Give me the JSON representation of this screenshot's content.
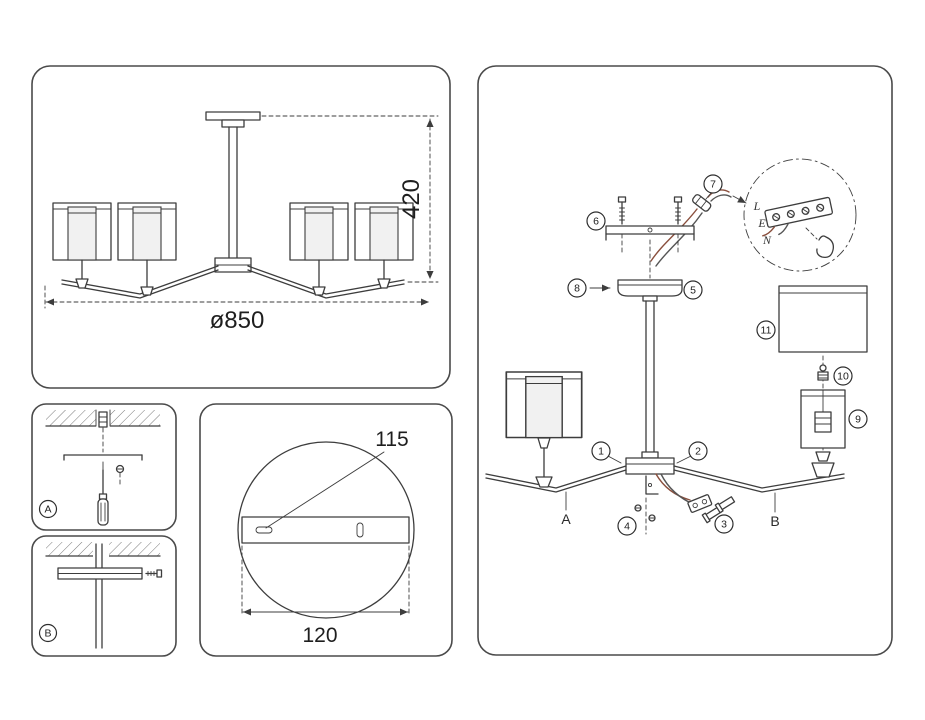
{
  "colors": {
    "line": "#3d3d3d",
    "wire": "#8a4f3d",
    "wire_secondary": "#555555",
    "panel_border": "#4a4a4a",
    "background": "#ffffff"
  },
  "overview": {
    "height_label": "420",
    "diameter_label": "ø850"
  },
  "details": {
    "a_label": "A",
    "b_label": "B"
  },
  "plate": {
    "slot_label": "115",
    "width_label": "120"
  },
  "assembly": {
    "callouts": {
      "c1": "1",
      "c2": "2",
      "c3": "3",
      "c4": "4",
      "c5": "5",
      "c6": "6",
      "c7": "7",
      "c8": "8",
      "c9": "9",
      "c10": "10",
      "c11": "11"
    },
    "arm_a_label": "A",
    "arm_b_label": "B",
    "terminals": {
      "l": "L",
      "e": "E",
      "n": "N"
    }
  }
}
